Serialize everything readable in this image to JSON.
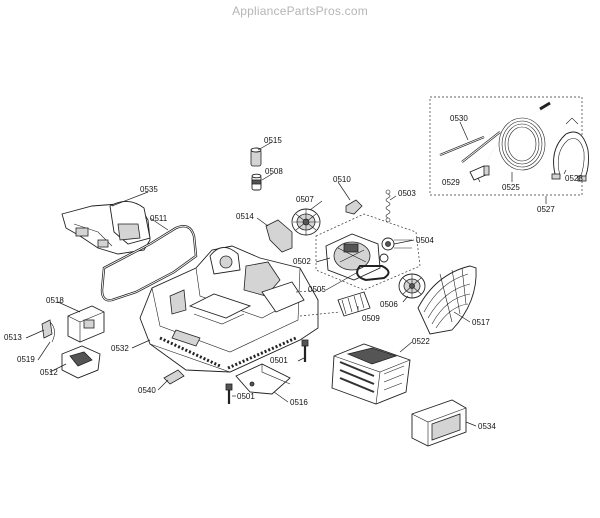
{
  "watermark": "AppliancePartsPros.com",
  "parts": {
    "p0501a": "0501",
    "p0501b": "0501",
    "p0502": "0502",
    "p0503": "0503",
    "p0504": "0504",
    "p0505": "0505",
    "p0506": "0506",
    "p0507": "0507",
    "p0508": "0508",
    "p0509": "0509",
    "p0510": "0510",
    "p0511": "0511",
    "p0512": "0512",
    "p0513": "0513",
    "p0514": "0514",
    "p0515": "0515",
    "p0516": "0516",
    "p0517": "0517",
    "p0518": "0518",
    "p0519": "0519",
    "p0522": "0522",
    "p0525": "0525",
    "p0527": "0527",
    "p0528": "0528",
    "p0529": "0529",
    "p0530": "0530",
    "p0532": "0532",
    "p0534": "0534",
    "p0535": "0535",
    "p0540": "0540"
  }
}
